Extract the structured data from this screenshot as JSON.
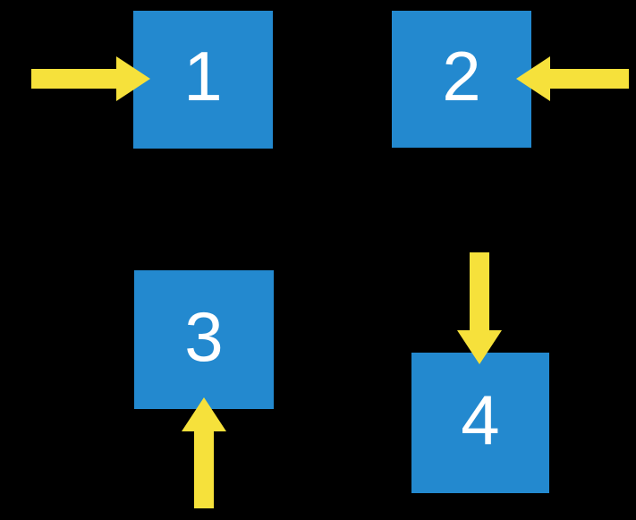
{
  "colors": {
    "background": "#000000",
    "square": "#2389CF",
    "arrow": "#F6E13B",
    "label": "#FFFFFF"
  },
  "squares": [
    {
      "label": "1",
      "arrow_direction": "right",
      "arrow_attaches": "left-side"
    },
    {
      "label": "2",
      "arrow_direction": "left",
      "arrow_attaches": "right-side"
    },
    {
      "label": "3",
      "arrow_direction": "up",
      "arrow_attaches": "bottom-side"
    },
    {
      "label": "4",
      "arrow_direction": "down",
      "arrow_attaches": "top-side"
    }
  ]
}
